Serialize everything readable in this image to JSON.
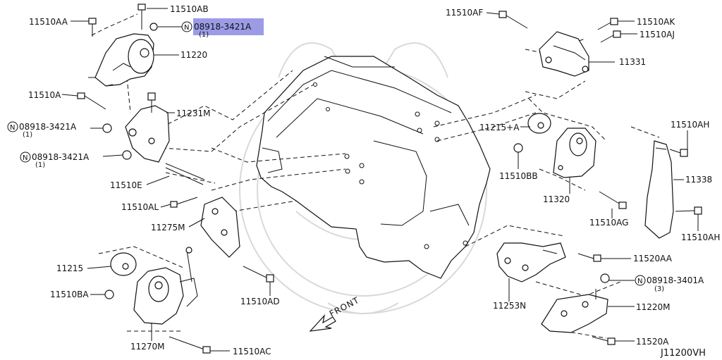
{
  "diagram_id": "J11200VH",
  "front_label": "FRONT",
  "highlight_color": "#9b9be6",
  "n_symbol": "N",
  "labels": {
    "p11510AA": "11510AA",
    "p11510AB": "11510AB",
    "hl_part": "08918-3421A",
    "hl_qty": "(1)",
    "p11220": "11220",
    "p11510A": "11510A",
    "p11231M": "11231M",
    "nut1_part": "08918-3421A",
    "nut1_qty": "(1)",
    "nut2_part": "08918-3421A",
    "nut2_qty": "(1)",
    "p11510E": "11510E",
    "p11510AL": "11510AL",
    "p11275M": "11275M",
    "p11215": "11215",
    "p11510BA": "11510BA",
    "p11270M": "11270M",
    "p11510AC": "11510AC",
    "p11510AD": "11510AD",
    "p11510AF": "11510AF",
    "p11510AK": "11510AK",
    "p11510AJ": "11510AJ",
    "p11331": "11331",
    "p11215A": "11215+A",
    "p11510BB": "11510BB",
    "p11320": "11320",
    "p11510AH_top": "11510AH",
    "p11338": "11338",
    "p11510AH_bot": "11510AH",
    "p11510AG": "11510AG",
    "p11520AA": "11520AA",
    "p3401_part": "08918-3401A",
    "p3401_qty": "(3)",
    "p11253N": "11253N",
    "p11220M": "11220M",
    "p11520A": "11520A"
  }
}
